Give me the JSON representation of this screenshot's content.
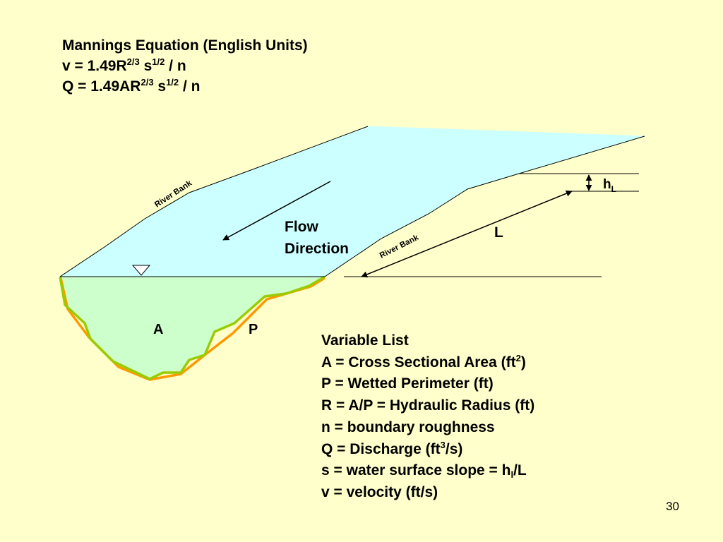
{
  "equations": {
    "title": "Mannings Equation (English Units)",
    "v_eq": {
      "base": "v = 1.49R",
      "exp_r": "2/3",
      "mid": " s",
      "exp_s": "1/2",
      "tail": " / n"
    },
    "q_eq": {
      "base": "Q = 1.49AR",
      "exp_r": "2/3",
      "mid": " s",
      "exp_s": "1/2",
      "tail": " / n"
    }
  },
  "diagram": {
    "river_bank_upper": "River Bank",
    "river_bank_lower": "River Bank",
    "flow_direction_1": "Flow",
    "flow_direction_2": "Direction",
    "hl_main": "h",
    "hl_sub": "L",
    "length_label": "L",
    "area_label": "A",
    "perimeter_label": "P",
    "colors": {
      "water_surface": "#ccffff",
      "cross_section": "#ccffcc",
      "wetted_perimeter": "#99cc00",
      "channel_bed": "#ff9900",
      "background": "#ffffcc"
    }
  },
  "variables": {
    "title": "Variable List",
    "area": {
      "text": "A = Cross Sectional Area (ft",
      "sup": "2",
      "tail": ")"
    },
    "perimeter": "P = Wetted Perimeter (ft)",
    "radius": "R = A/P = Hydraulic Radius (ft)",
    "roughness": "n = boundary roughness",
    "discharge": {
      "text": "Q = Discharge (ft",
      "sup": "3",
      "tail": "/s)"
    },
    "slope": {
      "text": "s = water surface slope = h",
      "sub": "l",
      "tail": "/L"
    },
    "velocity": "v = velocity (ft/s)"
  },
  "page_number": "30"
}
